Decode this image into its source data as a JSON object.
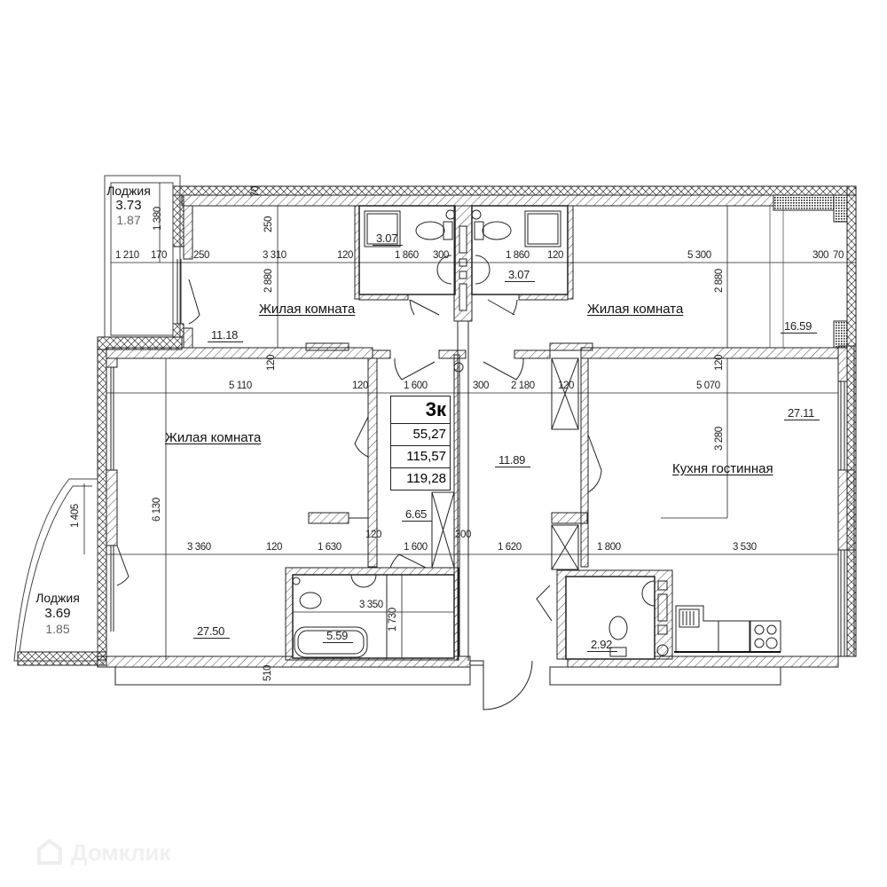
{
  "plan": {
    "apartment_type": "3к",
    "areas_summary": [
      "55,27",
      "115,57",
      "119,28"
    ],
    "rooms": [
      {
        "id": "living-room-1",
        "name": "Жилая комната",
        "area": "11.18"
      },
      {
        "id": "living-room-2",
        "name": "Жилая комната",
        "area": "16.59"
      },
      {
        "id": "living-room-3",
        "name": "Жилая комната",
        "area": "27.50"
      },
      {
        "id": "kitchen-living",
        "name": "Кухня гостинная",
        "area": "27.11"
      },
      {
        "id": "bathroom-1",
        "name": "",
        "area": "3.07"
      },
      {
        "id": "bathroom-2",
        "name": "",
        "area": "3.07"
      },
      {
        "id": "hall",
        "name": "",
        "area": "6.65"
      },
      {
        "id": "corridor",
        "name": "",
        "area": "11.89"
      },
      {
        "id": "bathroom-main",
        "name": "",
        "area": "5.59"
      },
      {
        "id": "wc",
        "name": "",
        "area": "2.92"
      }
    ],
    "loggias": [
      {
        "name": "Лоджия",
        "area": "3.73",
        "reduced_area": "1.87",
        "dimension": "1 380"
      },
      {
        "name": "Лоджия",
        "area": "3.69",
        "reduced_area": "1.85",
        "dimension": "1 405"
      }
    ],
    "dimensions": {
      "top_row": [
        "1 210",
        "170",
        "250",
        "3 310",
        "120",
        "1 860",
        "300",
        "1 860",
        "120",
        "5 300",
        "300",
        "70"
      ],
      "top_vertical": [
        "250",
        "2 880",
        "2 880",
        "70"
      ],
      "middle_row": [
        "5 110",
        "120",
        "1 600",
        "300",
        "2 180",
        "120",
        "5 070"
      ],
      "middle_vertical": [
        "120",
        "120",
        "3 280",
        "6 130"
      ],
      "bottom_row": [
        "3 360",
        "120",
        "1 630",
        "120",
        "1 600",
        "300",
        "1 620",
        "1 800",
        "3 530"
      ],
      "bath_dims": [
        "3 350",
        "1 730"
      ],
      "bottom_vertical": [
        "510"
      ]
    }
  },
  "watermark": {
    "text": "Домклик"
  }
}
